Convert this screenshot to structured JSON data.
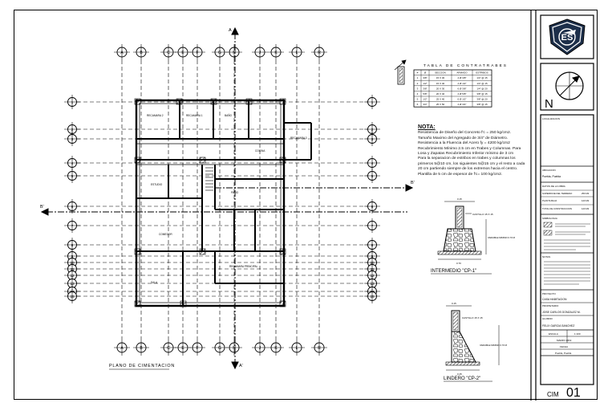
{
  "sheet": {
    "plan_title": "PLANO DE CIMENTACION",
    "drawing_code": "CIM",
    "drawing_number": "01"
  },
  "axes": {
    "top_letters": [
      "A",
      "B",
      "C",
      "E",
      "F",
      "G",
      "H",
      "J",
      "K",
      "L",
      "R"
    ],
    "side_numbers": [
      "1",
      "2",
      "3",
      "4",
      "5",
      "6",
      "7",
      "8",
      "9",
      "10",
      "11",
      "12",
      "13",
      "14",
      "15"
    ]
  },
  "section_marks": {
    "a_top": "A",
    "a_bottom": "A'",
    "b_left": "B'",
    "b_right": "B'"
  },
  "rooms": [
    "RECAMARA 2",
    "RECAMARA 1",
    "BAÑO",
    "RECAMARA 3",
    "COCINA",
    "ESTUDIO",
    "COMEDOR",
    "RECAMARA PRINCIPAL",
    "SALA",
    "PATIO"
  ],
  "table": {
    "title": "TABLA DE CONTRATRABES",
    "headers": [
      "#",
      "Ø",
      "SECCION",
      "ARMADO",
      "ESTRIBOS"
    ],
    "rows": [
      [
        "1",
        "3/8\"",
        "15 X 30",
        "4 Ø 3/8\"",
        "1/4\" @ 15"
      ],
      [
        "2",
        "1/2\"",
        "15 X 40",
        "4 Ø 1/2\"",
        "1/4\" @ 15"
      ],
      [
        "3",
        "3/8\"",
        "20 X 30",
        "6 Ø 3/8\"",
        "1/4\" @ 20"
      ],
      [
        "4",
        "5/8\"",
        "20 X 40",
        "4 Ø 5/8\"",
        "3/8\" @ 15"
      ],
      [
        "5",
        "1/2\"",
        "25 X 40",
        "6 Ø 1/2\"",
        "3/8\" @ 20"
      ],
      [
        "6",
        "3/4\"",
        "25 X 50",
        "4 Ø 3/4\"",
        "3/8\" @ 15"
      ]
    ]
  },
  "nota": {
    "title": "NOTA:",
    "lines": [
      "Resistencia de Diseño del Concreto f'c = 250 kg/cm2.",
      "Tamaño Maximo del Agregado de 3/4\" de Diámetro.",
      "Resistencia a la Fluencia del Acero fy = 4200 kg/cm2",
      "Recubrimiento Mínimo 2.5 cm en Trabes y Columnas. Para",
      "Losa y Zapatas Recubrimiento Inferior mínimo de 3 cm",
      "Para la separacion de estribos en trabes y columnas los",
      "primeros 5@10 cm, los siguientes 5@15 cm y el resto a cada",
      "20 cm partiendo siempre de los extremos hacia el centro.",
      "Plantilla de 5 cm de espesor de f'c= 100 kg/cm2."
    ]
  },
  "details": {
    "cp1": {
      "title": "INTERMEDIO \"CP-1\"",
      "label_column": "CASTILLO 15 X 15",
      "label_depth": "VARIABLE MINIMO 0.70 M",
      "dim_top": "0.15",
      "dim_bottom": "0.70"
    },
    "cp2": {
      "title": "LINDERO \"CP-2\"",
      "label_column": "CASTILLO 15 X 15",
      "label_depth": "VARIABLE MINIMO 0.70 M",
      "dim_top": "0.15",
      "dim_bottom": "0.45"
    }
  },
  "title_block": {
    "logo_text": "ES",
    "north_label": "N",
    "section_localizacion": "LOCALIZACION",
    "section_ubicacion": "UBICACION",
    "ubicacion_value": "Puebla, Puebla",
    "section_datos": "DATOS DE LA OBRA",
    "row_superficie_terreno": "SUPERFICIE DEL TERRENO",
    "row_superficie_terreno_val": "250 M2",
    "row_planta_baja": "PLANTA BAJA",
    "row_planta_baja_val": "120 M2",
    "row_total": "TOTAL DE CONSTRUCCION",
    "row_total_val": "120 M2",
    "section_simbologia": "SIMBOLOGIA",
    "section_notas": "NOTAS",
    "section_proyecto": "PROYECTO",
    "proyecto_value": "CASA HABITACION",
    "section_propietario": "PROPIETARIO",
    "propietario_value": "JOSE CARLOS GONZALEZ M.",
    "section_alumno": "ALUMNO",
    "alumno_value": "FELIX GARCIA SANCHEZ",
    "escala_label": "ESCALA",
    "escala_value": "1:100",
    "fecha_label": "FECHA",
    "fecha_value": "MARZO 2019",
    "lugar_value": "Puebla, Puebla"
  }
}
